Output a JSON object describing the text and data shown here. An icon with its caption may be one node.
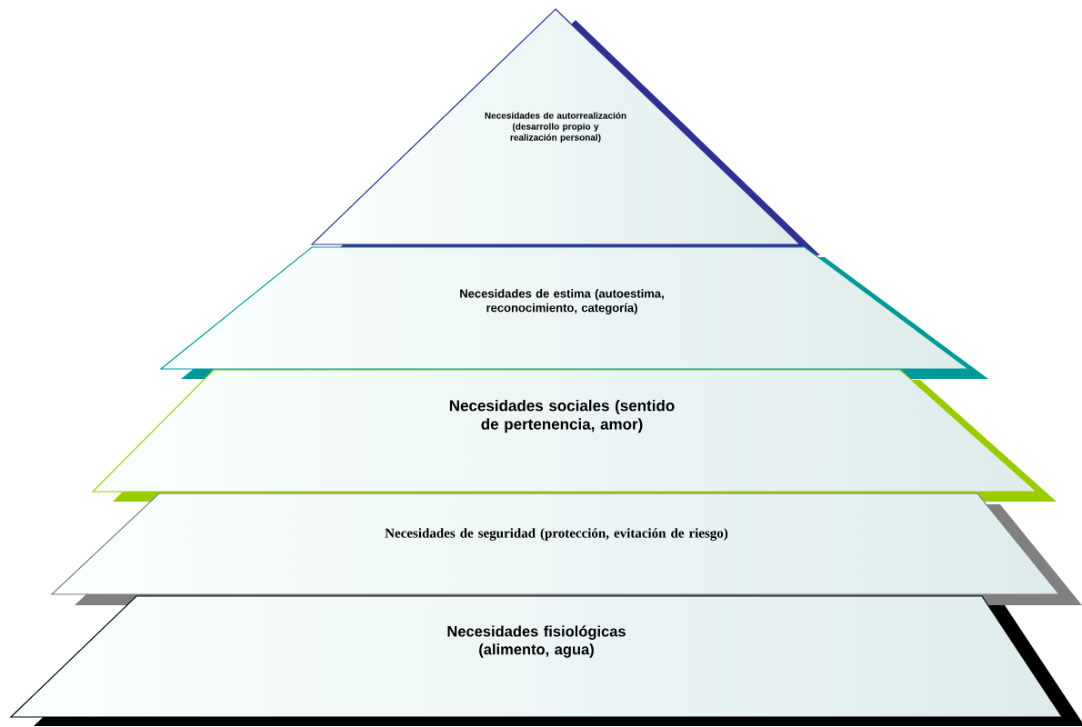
{
  "diagram": {
    "nodes": [
      {
        "text": [
          "Necesidades de autorrealización (desarrollo propio y realización personal)"
        ]
      },
      {
        "text": [
          "Necesidades de estima (autoestima, reconocimiento, categoría)"
        ]
      },
      {
        "text": [
          "Necesidades sociales (sentido de pertenencia, amor)"
        ]
      },
      {
        "text": [
          "Necesidades de seguridad (protección, evitación de riesgo)"
        ]
      },
      {
        "text": [
          "Necesidades fisiológicas (alimento, agua)"
        ]
      }
    ]
  }
}
